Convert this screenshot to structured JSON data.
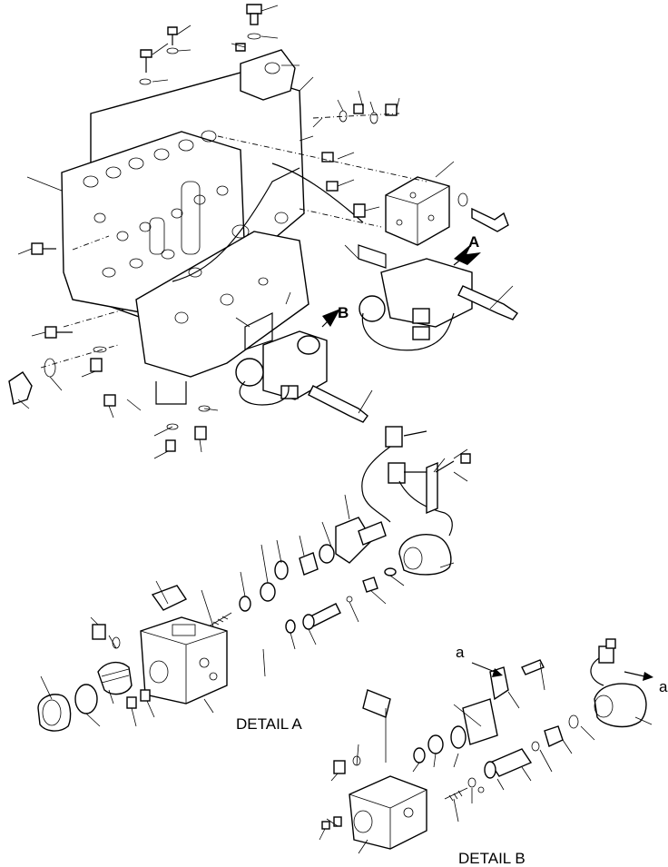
{
  "callouts": {
    "detail_a_arrow": "A",
    "detail_b_arrow": "B",
    "ref_a_left": "a",
    "ref_a_right": "a"
  },
  "captions": {
    "detail_a": "DETAIL A",
    "detail_b": "DETAIL B"
  }
}
